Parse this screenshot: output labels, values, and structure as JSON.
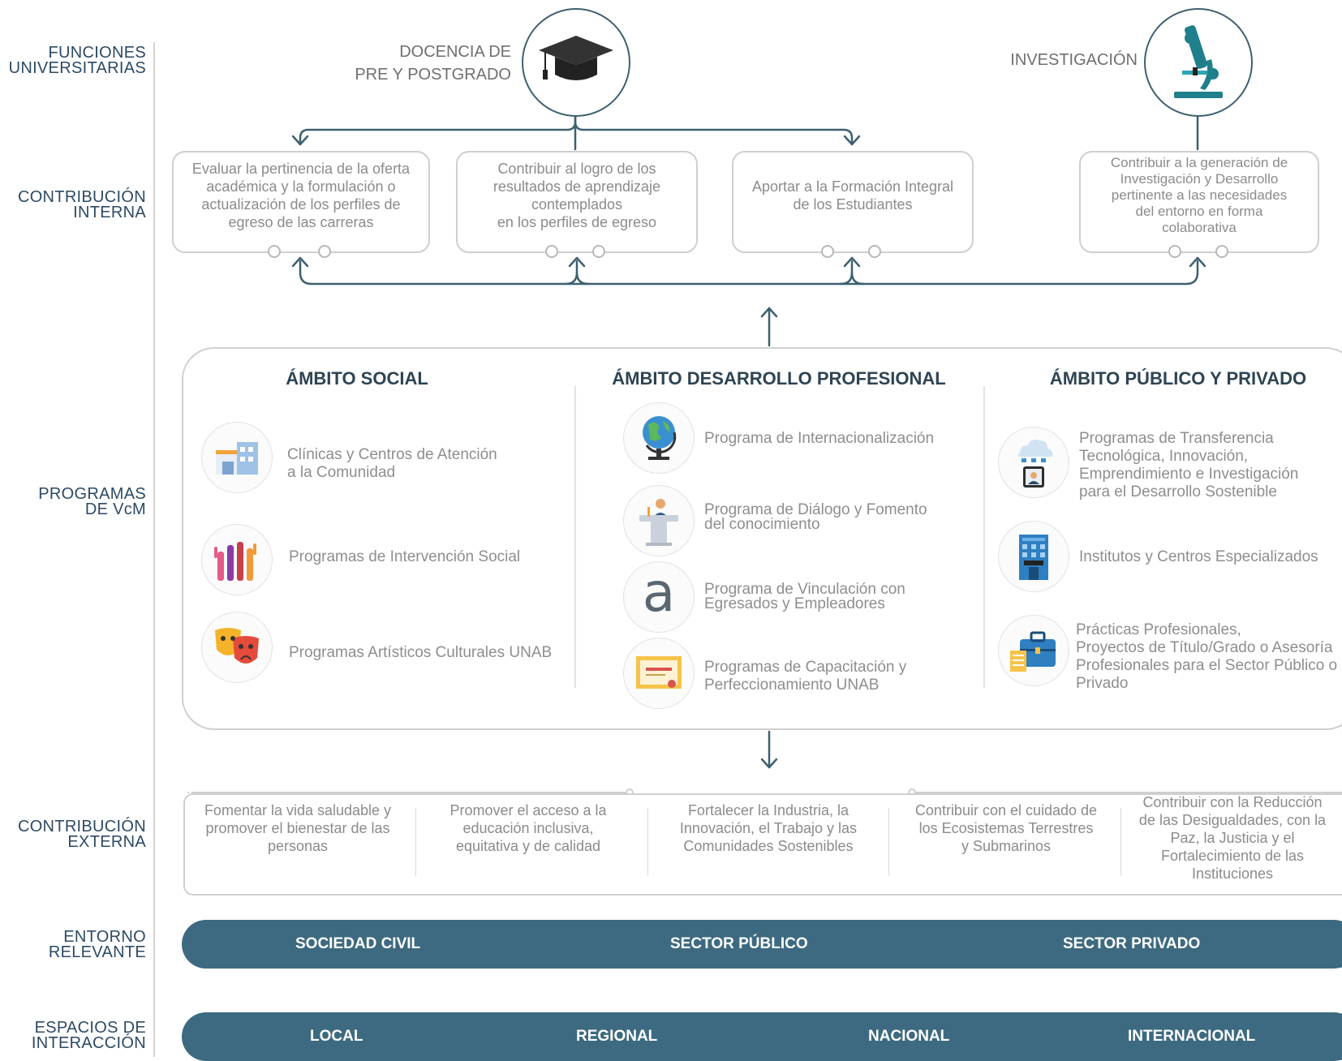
{
  "row_labels": {
    "funciones": [
      "FUNCIONES",
      "UNIVERSITARIAS"
    ],
    "contribucion_interna": [
      "CONTRIBUCIÓN",
      "INTERNA"
    ],
    "programas": [
      "PROGRAMAS",
      "DE VcM"
    ],
    "contribucion_externa": [
      "CONTRIBUCIÓN",
      "EXTERNA"
    ],
    "entorno": [
      "ENTORNO",
      "RELEVANTE"
    ],
    "espacios": [
      "ESPACIOS DE",
      "INTERACCIÓN"
    ]
  },
  "functions": {
    "docencia": [
      "DOCENCIA DE",
      "PRE Y POSTGRADO"
    ],
    "investigacion": "INVESTIGACIÓN",
    "docencia_icon": "graduation-cap-icon",
    "investigacion_icon": "microscope-icon"
  },
  "internal": [
    [
      "Evaluar la pertinencia de la oferta",
      "académica y la formulación o",
      "actualización de los perfiles de",
      "egreso de las carreras"
    ],
    [
      "Contribuir al logro de los",
      "resultados de aprendizaje",
      "contemplados",
      "en los perfiles de egreso"
    ],
    [
      "Aportar a la Formación Integral",
      "de los Estudiantes"
    ],
    [
      "Contribuir a la generación de",
      "Investigación y Desarrollo",
      "pertinente a las necesidades",
      "del entorno en forma",
      "colaborativa"
    ]
  ],
  "ambitos": {
    "social": {
      "title": "ÁMBITO SOCIAL",
      "items": [
        {
          "icon": "building-icon",
          "lines": [
            "Clínicas y Centros de Atención",
            "a la Comunidad"
          ]
        },
        {
          "icon": "raised-hands-icon",
          "lines": [
            "Programas de Intervención Social"
          ]
        },
        {
          "icon": "theater-masks-icon",
          "lines": [
            "Programas Artísticos Culturales UNAB"
          ]
        }
      ]
    },
    "profesional": {
      "title": "ÁMBITO DESARROLLO PROFESIONAL",
      "items": [
        {
          "icon": "globe-icon",
          "lines": [
            "Programa de Internacionalización"
          ]
        },
        {
          "icon": "speaker-podium-icon",
          "lines": [
            "Programa de Diálogo y Fomento",
            "del conocimiento"
          ]
        },
        {
          "icon": "letter-a-icon",
          "glyph": "a",
          "lines": [
            "Programa de Vinculación con",
            "Egresados y Empleadores"
          ]
        },
        {
          "icon": "certificate-icon",
          "lines": [
            "Programas de Capacitación y",
            "Perfeccionamiento UNAB"
          ]
        }
      ]
    },
    "publico": {
      "title": "ÁMBITO PÚBLICO Y PRIVADO",
      "items": [
        {
          "icon": "cloud-network-icon",
          "lines": [
            "Programas de Transferencia",
            "Tecnológica, Innovación,",
            "Emprendimiento e  Investigación",
            "para el Desarrollo Sostenible"
          ]
        },
        {
          "icon": "office-building-icon",
          "lines": [
            "Institutos y Centros Especializados"
          ]
        },
        {
          "icon": "briefcase-icon",
          "lines": [
            "Prácticas Profesionales,",
            "Proyectos de Título/Grado o Asesoría",
            "Profesionales para el Sector Público o",
            "Privado"
          ]
        }
      ]
    }
  },
  "external": [
    [
      "Fomentar la vida saludable y",
      "promover el bienestar de las",
      "personas"
    ],
    [
      "Promover el acceso a la",
      "educación inclusiva,",
      "equitativa y de calidad"
    ],
    [
      "Fortalecer la Industria, la",
      "Innovación, el Trabajo y las",
      "Comunidades Sostenibles"
    ],
    [
      "Contribuir con el cuidado de",
      "los Ecosistemas Terrestres",
      "y Submarinos"
    ],
    [
      "Contribuir con la Reducción",
      "de las Desigualdades, con la",
      "Paz, la Justicia y el",
      "Fortalecimiento de las",
      "Instituciones"
    ]
  ],
  "entorno": [
    "SOCIEDAD CIVIL",
    "SECTOR PÚBLICO",
    "SECTOR PRIVADO"
  ],
  "espacios": [
    "LOCAL",
    "REGIONAL",
    "NACIONAL",
    "INTERNACIONAL"
  ],
  "colors": {
    "bar": "#3d6a80",
    "label": "#2d4a64",
    "line": "#3d6070",
    "title": "#2e4454"
  }
}
